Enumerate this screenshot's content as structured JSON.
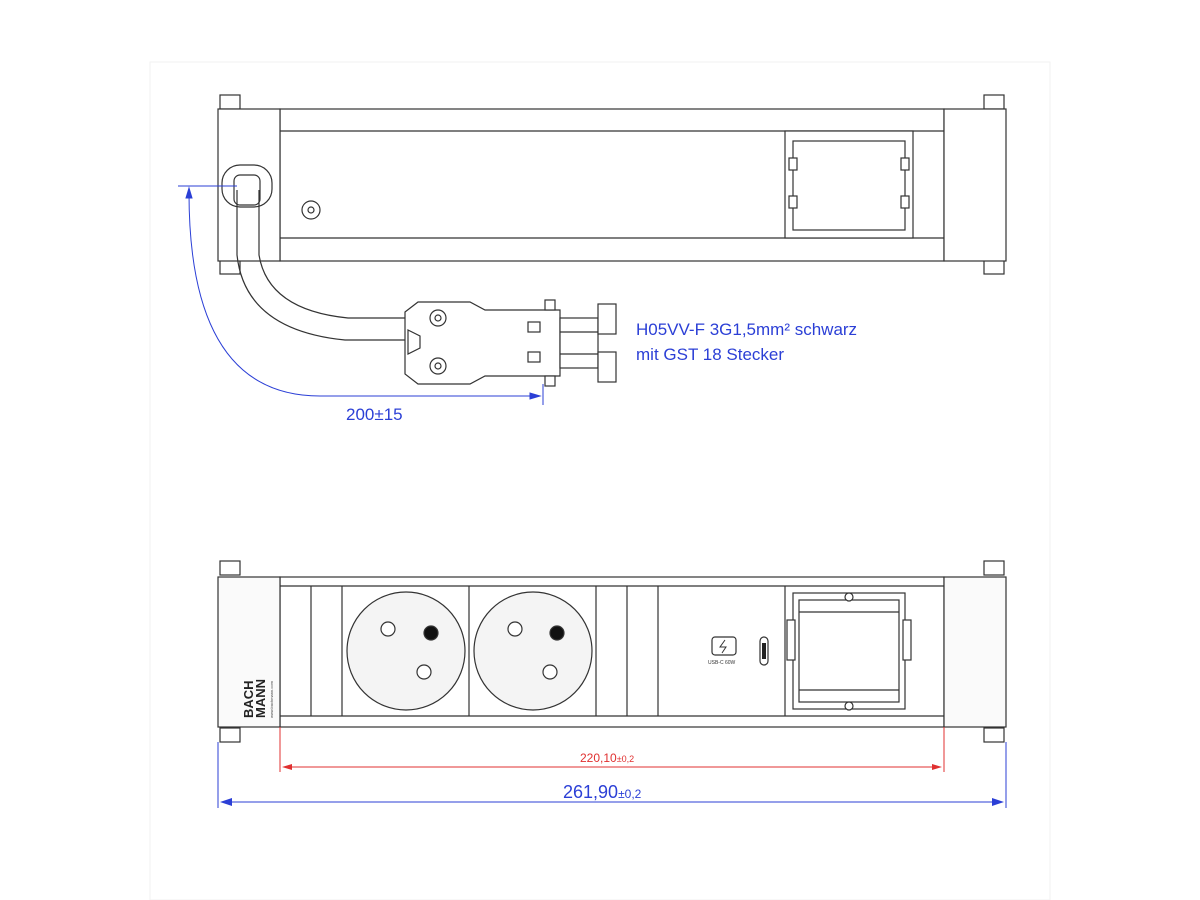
{
  "labels": {
    "cable_line_1": "H05VV-F 3G1,5mm² schwarz",
    "cable_line_2": "mit GST 18 Stecker",
    "cable_length": "200±15",
    "inner_length": "220,10",
    "inner_tol": "±0,2",
    "outer_length": "261,90",
    "outer_tol": "±0,2",
    "brand_line_1": "BACH",
    "brand_line_2": "MANN",
    "brand_url": "www.bachmann.com",
    "usb_label": "USB-C 60W"
  },
  "colors": {
    "line": "#333333",
    "dimension_blue": "#2b3fd6",
    "dimension_red": "#e03030",
    "panel_fill": "#f4f4f4"
  }
}
